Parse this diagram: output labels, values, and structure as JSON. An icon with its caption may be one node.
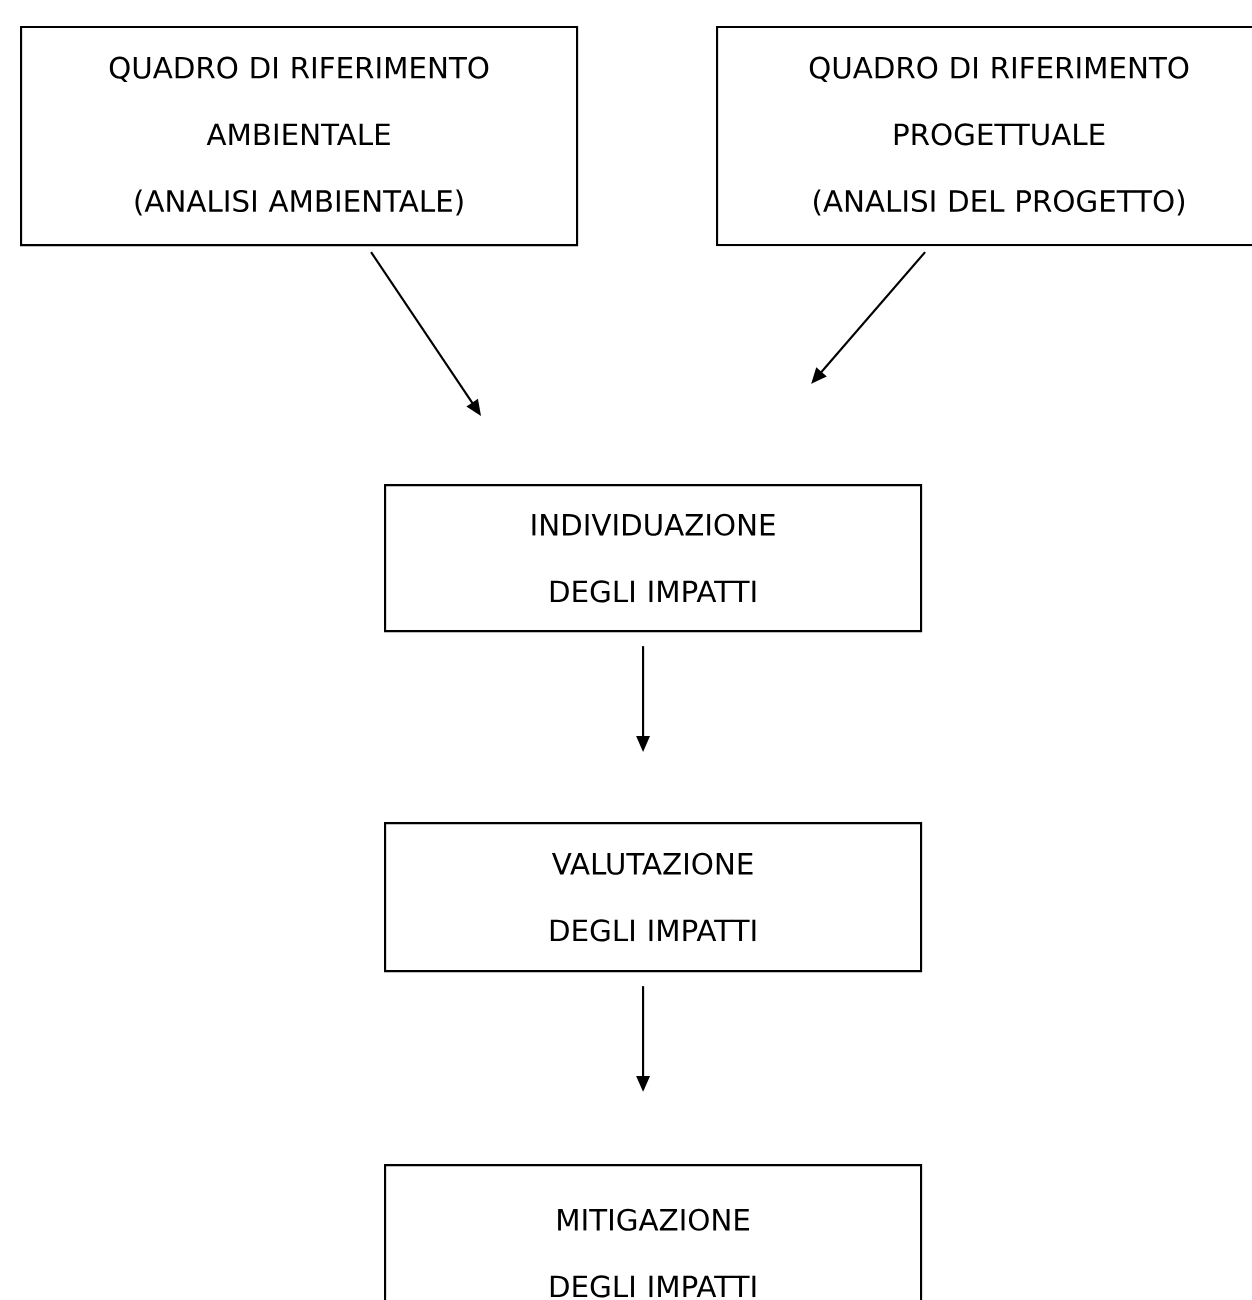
{
  "diagram": {
    "nodes": [
      {
        "text": [
          "QUADRO DI RIFERIMENTO AMBIENTALE",
          "(ANALISI AMBIENTALE)"
        ]
      },
      {
        "text": [
          "QUADRO DI RIFERIMENTO PROGETTUALE",
          "(ANALISI DEL PROGETTO)"
        ]
      },
      {
        "text": [
          "INDIVIDUAZIONE DEGLI IMPATTI"
        ]
      },
      {
        "text": [
          "VALUTAZIONE DEGLI IMPATTI"
        ]
      },
      {
        "text": [
          "MITIGAZIONE DEGLI IMPATTI"
        ]
      }
    ],
    "edges": [
      {
        "from": 0,
        "to": 2,
        "arrow": "to"
      },
      {
        "from": 1,
        "to": 2,
        "arrow": "to"
      },
      {
        "from": 2,
        "to": 3,
        "arrow": "to"
      },
      {
        "from": 3,
        "to": 4,
        "arrow": "to"
      }
    ]
  }
}
